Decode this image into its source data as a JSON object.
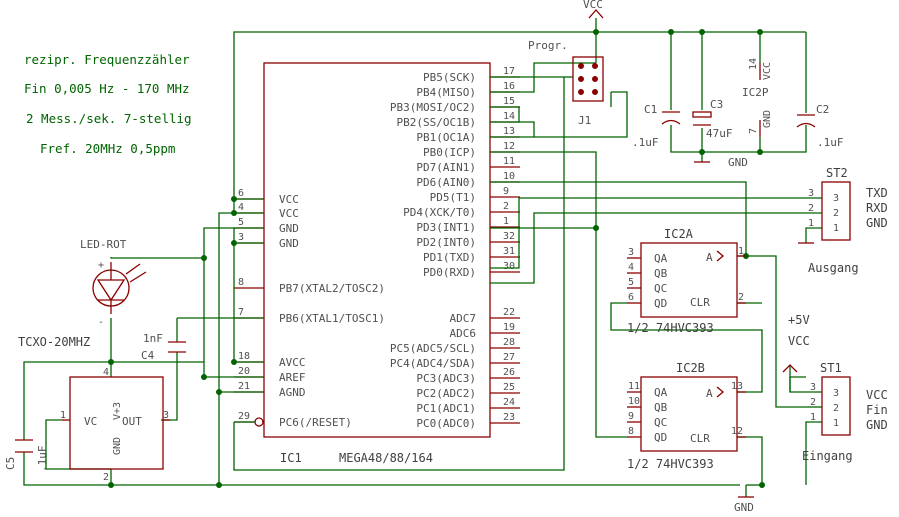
{
  "notes": [
    "rezipr. Frequenzzähler",
    "Fin 0,005 Hz - 170 MHz",
    "2 Mess./sek. 7-stellig",
    "Fref. 20MHz 0,5ppm"
  ],
  "ic1": {
    "name": "IC1",
    "value": "MEGA48/88/164",
    "left_pins": [
      {
        "num": "6",
        "label": "VCC"
      },
      {
        "num": "4",
        "label": "VCC"
      },
      {
        "num": "5",
        "label": "GND"
      },
      {
        "num": "3",
        "label": "GND"
      },
      {
        "num": "8",
        "label": "PB7(XTAL2/TOSC2)"
      },
      {
        "num": "7",
        "label": "PB6(XTAL1/TOSC1)"
      },
      {
        "num": "18",
        "label": "AVCC"
      },
      {
        "num": "20",
        "label": "AREF"
      },
      {
        "num": "21",
        "label": "AGND"
      },
      {
        "num": "29",
        "label": "PC6(/RESET)"
      }
    ],
    "right_pins": [
      {
        "num": "17",
        "label": "PB5(SCK)"
      },
      {
        "num": "16",
        "label": "PB4(MISO)"
      },
      {
        "num": "15",
        "label": "PB3(MOSI/OC2)"
      },
      {
        "num": "14",
        "label": "PB2(SS/OC1B)"
      },
      {
        "num": "13",
        "label": "PB1(OC1A)"
      },
      {
        "num": "12",
        "label": "PB0(ICP)"
      },
      {
        "num": "11",
        "label": "PD7(AIN1)"
      },
      {
        "num": "10",
        "label": "PD6(AIN0)"
      },
      {
        "num": "9",
        "label": "PD5(T1)"
      },
      {
        "num": "2",
        "label": "PD4(XCK/T0)"
      },
      {
        "num": "1",
        "label": "PD3(INT1)"
      },
      {
        "num": "32",
        "label": "PD2(INT0)"
      },
      {
        "num": "31",
        "label": "PD1(TXD)"
      },
      {
        "num": "30",
        "label": "PD0(RXD)"
      },
      {
        "num": "22",
        "label": "ADC7"
      },
      {
        "num": "19",
        "label": "ADC6"
      },
      {
        "num": "28",
        "label": "PC5(ADC5/SCL)"
      },
      {
        "num": "27",
        "label": "PC4(ADC4/SDA)"
      },
      {
        "num": "26",
        "label": "PC3(ADC3)"
      },
      {
        "num": "25",
        "label": "PC2(ADC2)"
      },
      {
        "num": "24",
        "label": "PC1(ADC1)"
      },
      {
        "num": "23",
        "label": "PC0(ADC0)"
      }
    ]
  },
  "ic2a": {
    "name": "IC2A",
    "value": "1/2 74HVC393",
    "pins": [
      {
        "num": "3",
        "label": "QA"
      },
      {
        "num": "4",
        "label": "QB"
      },
      {
        "num": "5",
        "label": "QC"
      },
      {
        "num": "6",
        "label": "QD"
      }
    ],
    "a_pin": {
      "num": "1",
      "label": "A"
    },
    "clr_pin": {
      "num": "2",
      "label": "CLR"
    }
  },
  "ic2b": {
    "name": "IC2B",
    "value": "1/2 74HVC393",
    "pins": [
      {
        "num": "11",
        "label": "QA"
      },
      {
        "num": "10",
        "label": "QB"
      },
      {
        "num": "9",
        "label": "QC"
      },
      {
        "num": "8",
        "label": "QD"
      }
    ],
    "a_pin": {
      "num": "13",
      "label": "A"
    },
    "clr_pin": {
      "num": "12",
      "label": "CLR"
    }
  },
  "ic2p": {
    "name": "IC2P",
    "vcc": "VCC",
    "gnd": "GND",
    "pin_vcc": "14",
    "pin_gnd": "7"
  },
  "prog": {
    "title": "Progr.",
    "name": "J1"
  },
  "caps": {
    "c1": {
      "name": "C1",
      "value": ".1uF"
    },
    "c2": {
      "name": "C2",
      "value": ".1uF"
    },
    "c3": {
      "name": "C3",
      "value": "47uF"
    },
    "c4": {
      "name": "C4",
      "value": "1nF"
    },
    "c5": {
      "name": "C5",
      "value": ".1uF"
    }
  },
  "led": {
    "label": "LED-ROT",
    "plus": "+",
    "minus": "-"
  },
  "tcxo": {
    "label": "TCXO-20MHZ",
    "vc": "VC",
    "vp": "V+3",
    "gnd": "GND",
    "out": "OUT",
    "pin1": "1",
    "pin2": "2",
    "pin3": "3",
    "pin4": "4"
  },
  "st2": {
    "name": "ST2",
    "labels": [
      "TXD",
      "RXD",
      "GND"
    ],
    "pins": [
      "3",
      "2",
      "1"
    ],
    "caption": "Ausgang"
  },
  "st1": {
    "name": "ST1",
    "labels": [
      "VCC",
      "Fin",
      "GND"
    ],
    "pins": [
      "3",
      "2",
      "1"
    ],
    "caption": "Eingang"
  },
  "supply": {
    "vcc_top": "VCC",
    "vcc_right": "VCC",
    "plus5v": "+5V",
    "gnd_bottom": "GND"
  }
}
